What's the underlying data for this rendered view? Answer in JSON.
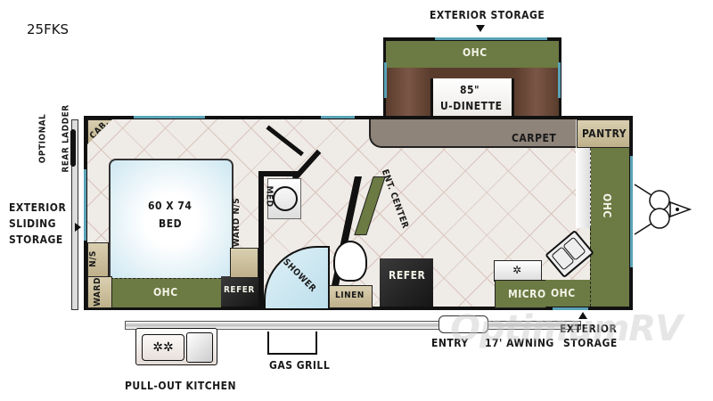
{
  "model": "25FKS",
  "labels": {
    "exterior_storage_top": "EXTERIOR STORAGE",
    "ohc_dinette": "OHC",
    "dinette_size": "85\"",
    "dinette_name": "U-DINETTE",
    "carpet": "CARPET",
    "pantry": "PANTRY",
    "ohc_front": "OHC",
    "optional_rear_ladder_1": "OPTIONAL",
    "optional_rear_ladder_2": "REAR LADDER",
    "exterior_sliding_storage_1": "EXTERIOR",
    "exterior_sliding_storage_2": "SLIDING",
    "exterior_sliding_storage_3": "STORAGE",
    "cab": "CAB.",
    "ns_left": "N/S",
    "ward_left": "WARD",
    "bed_size": "60 X 74",
    "bed_name": "BED",
    "ohc_bed": "OHC",
    "refer_bed": "REFER",
    "ward_ns_right": "WARD N/S",
    "med": "MED",
    "shower": "SHOWER",
    "linen": "LINEN",
    "ent_center": "ENT. CENTER",
    "refer_main": "REFER",
    "micro": "MICRO",
    "ohc_kitchen": "OHC",
    "entry": "ENTRY",
    "awning": "17' AWNING",
    "exterior_storage_bottom_1": "EXTERIOR",
    "exterior_storage_bottom_2": "STORAGE",
    "gas_grill": "GAS GRILL",
    "pull_out_kitchen": "PULL-OUT KITCHEN"
  },
  "watermark": "OptimumRV",
  "colors": {
    "green": "#6c7a43",
    "brown": "#6a4838",
    "tan": "#cfc39e",
    "floor": "#efebe6",
    "tile_line": "#d9c4bd",
    "window": "#5aa3b7",
    "bed": "#e6f3f8",
    "wall": "#111111"
  }
}
